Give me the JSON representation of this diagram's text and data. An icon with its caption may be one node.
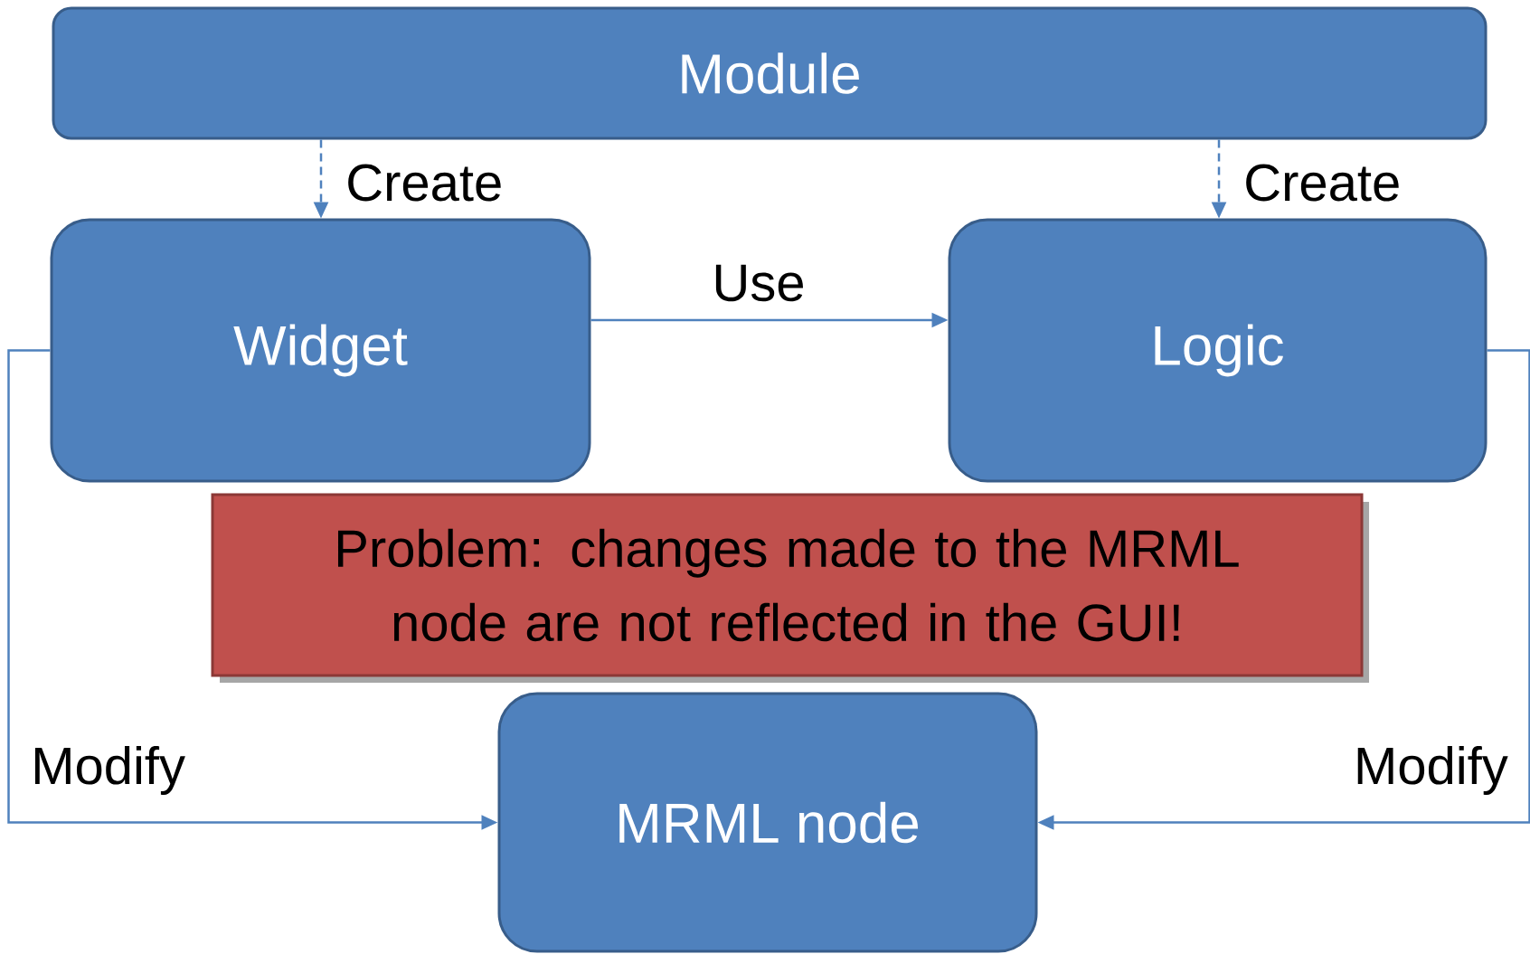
{
  "diagram": {
    "nodes": [
      {
        "text": [
          "Module"
        ]
      },
      {
        "text": [
          "Widget"
        ]
      },
      {
        "text": [
          "Logic"
        ]
      },
      {
        "text": [
          "Problem: changes made to the MRML node are not reflected in the GUI!"
        ]
      },
      {
        "text": [
          "MRML node"
        ]
      }
    ],
    "edges": [
      {
        "from": 0,
        "to": 1,
        "arrow": "to",
        "label": "Create",
        "style": "dashed"
      },
      {
        "from": 0,
        "to": 2,
        "arrow": "to",
        "label": "Create",
        "style": "dashed"
      },
      {
        "from": 1,
        "to": 2,
        "arrow": "to",
        "label": "Use"
      },
      {
        "from": 1,
        "to": 4,
        "arrow": "to",
        "label": "Modify"
      },
      {
        "from": 2,
        "to": 4,
        "arrow": "to",
        "label": "Modify"
      }
    ]
  }
}
